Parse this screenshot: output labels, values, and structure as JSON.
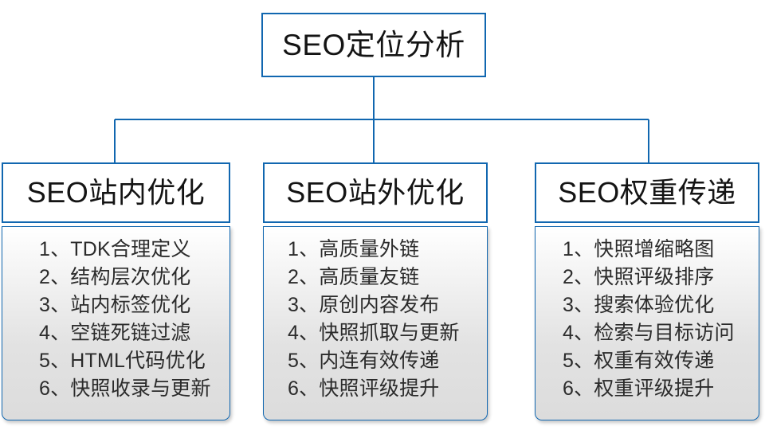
{
  "diagram": {
    "type": "organization-tree",
    "accent_color": "#1167b0",
    "text_color": "#141414",
    "body_fill_top": "#ffffff",
    "body_fill_bottom": "#dcdcdc",
    "root": {
      "label": "SEO定位分析"
    },
    "branches": [
      {
        "title": "SEO站内优化",
        "items": [
          "1、TDK合理定义",
          "2、结构层次优化",
          "3、站内标签优化",
          "4、空链死链过滤",
          "5、HTML代码优化",
          "6、快照收录与更新"
        ]
      },
      {
        "title": "SEO站外优化",
        "items": [
          "1、高质量外链",
          "2、高质量友链",
          "3、原创内容发布",
          "4、快照抓取与更新",
          "5、内连有效传递",
          "6、快照评级提升"
        ]
      },
      {
        "title": "SEO权重传递",
        "items": [
          "1、快照增缩略图",
          "2、快照评级排序",
          "3、搜索体验优化",
          "4、检索与目标访问",
          "5、权重有效传递",
          "6、权重评级提升"
        ]
      }
    ]
  }
}
